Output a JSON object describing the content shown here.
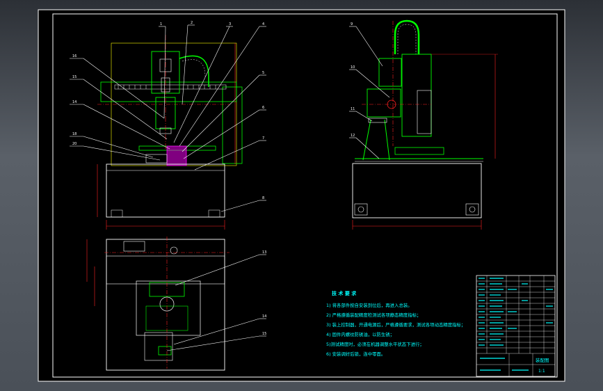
{
  "colors": {
    "background": "#000000",
    "outer_gray": "#4d535a",
    "frame": "#ffffff",
    "part_green": "#00ff00",
    "dim_red": "#ff2020",
    "callout_white": "#ffffff",
    "tech_cyan": "#00ffff",
    "highlight_magenta": "#ff00ff",
    "yellow": "#ffff00"
  },
  "front_view_callouts": [
    "1",
    "2",
    "3",
    "4",
    "5",
    "6",
    "7",
    "8",
    "16",
    "15",
    "14",
    "18",
    "20"
  ],
  "side_view_callouts": [
    "9",
    "10",
    "11",
    "12"
  ],
  "top_view_callouts": [
    "13",
    "14",
    "15"
  ],
  "technical_requirements": {
    "title": "技 术 要 求",
    "items": [
      "1) 将各部件按自安装到位后，再进入总装。",
      "2) 严格遵循装配精度检测试各项静态精度指标；",
      "3) 装上控制器，开通电源后，严格遵循要求，测试各项动态精度指标；",
      "4) 固件内螺纹防锈油，以防生锈；",
      "5)测试精度时，必须在机器调整水平状态下进行；",
      "6) 安装调好后锁，连中零面。"
    ]
  },
  "title_block": {
    "drawing_name": "装配图",
    "scale_label": "1:1"
  }
}
